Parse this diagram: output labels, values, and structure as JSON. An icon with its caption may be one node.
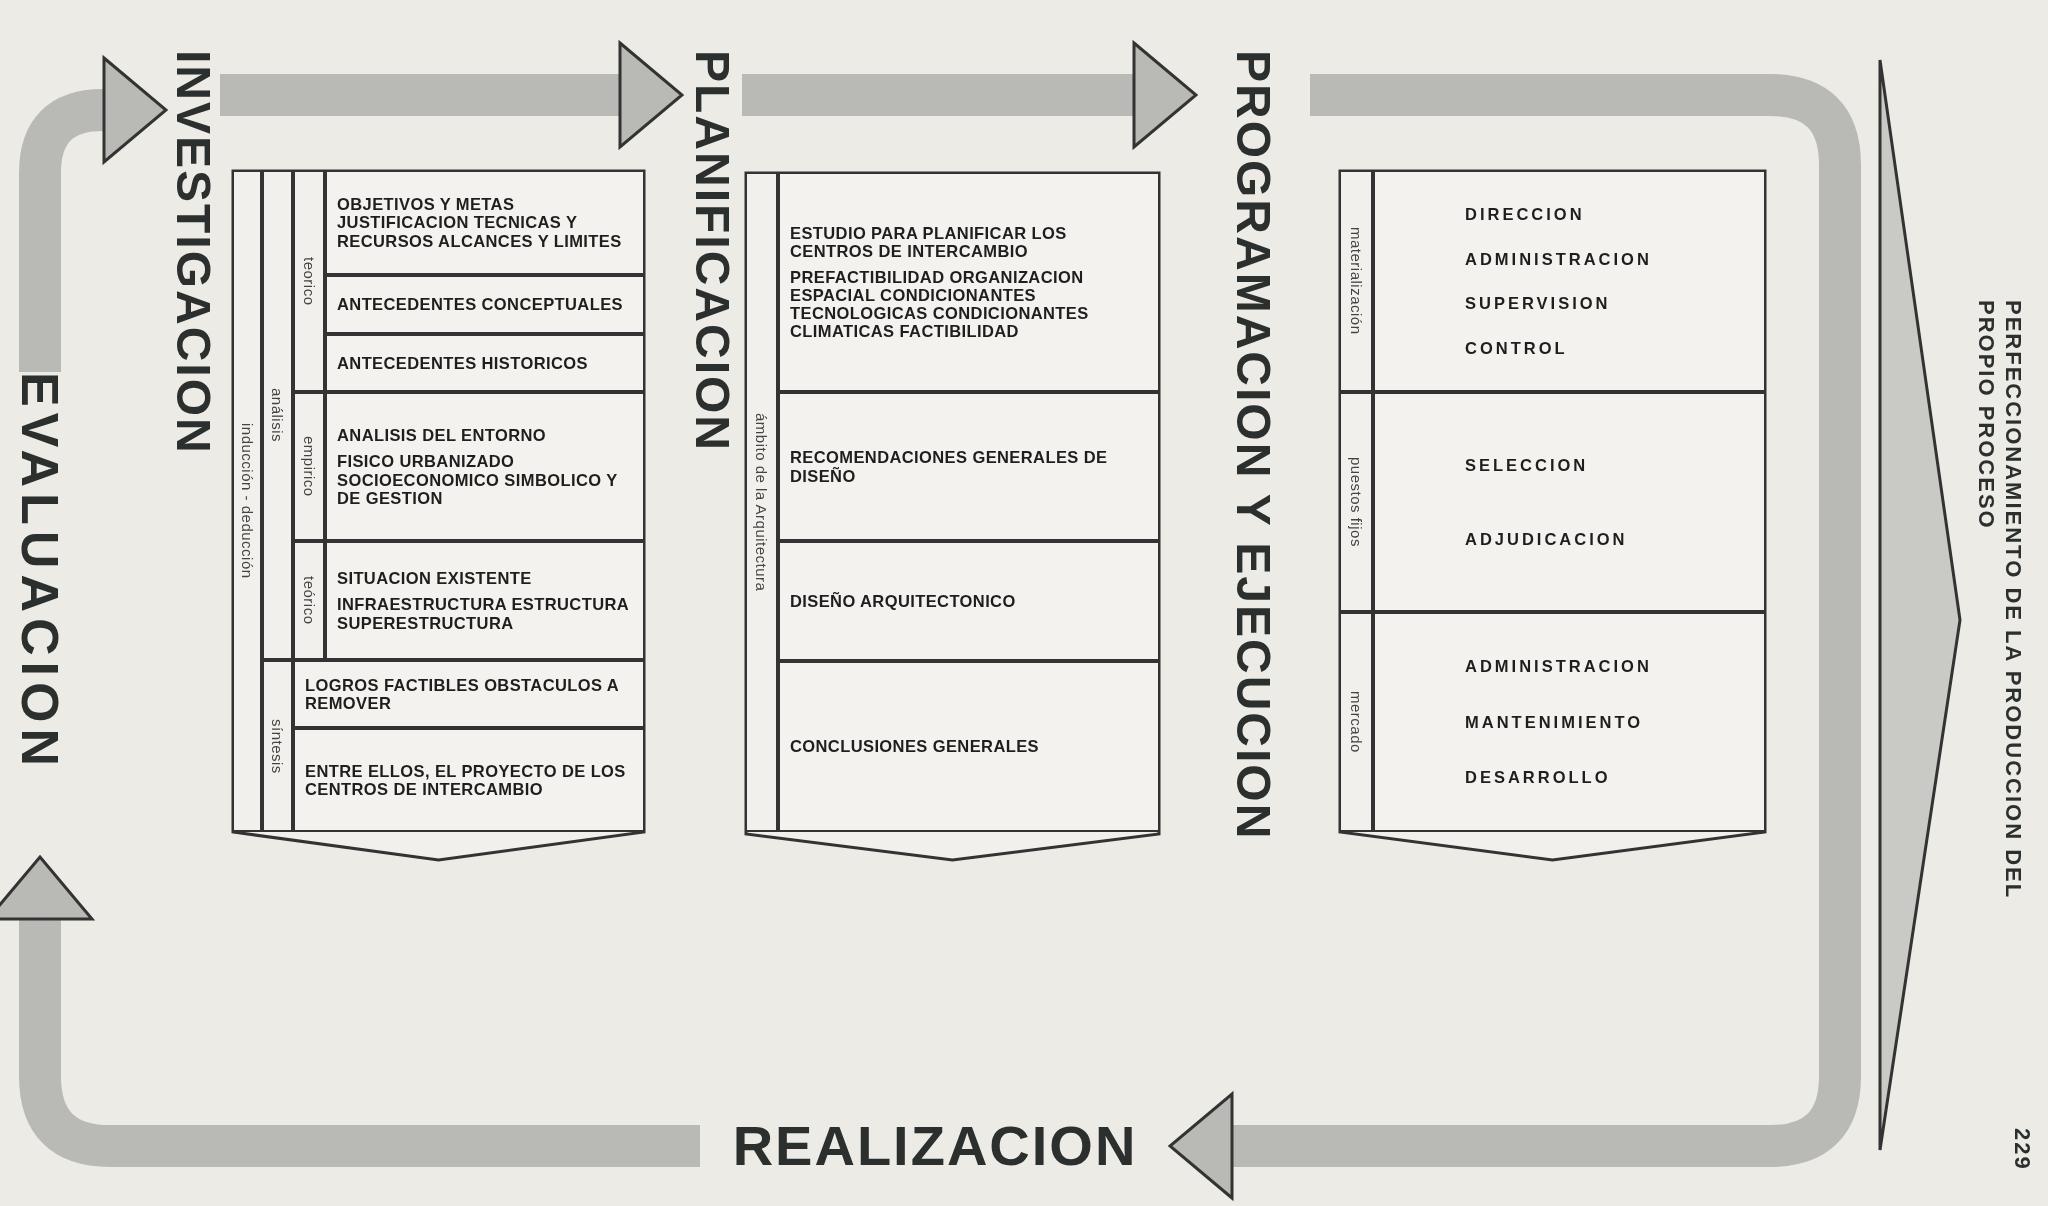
{
  "diagram": {
    "nodes": [
      {
        "text": [
          "INVESTIGACION"
        ]
      },
      {
        "text": [],
        "shape": "box"
      },
      {
        "text": [
          "inducción - deducción"
        ],
        "in": 1
      },
      {
        "text": [
          "análisis"
        ],
        "in": 1
      },
      {
        "text": [
          "teorico"
        ],
        "in": 1
      },
      {
        "text": [
          "OBJETIVOS Y METAS JUSTIFICACION TECNICAS Y RECURSOS ALCANCES Y LIMITES"
        ],
        "in": 1
      },
      {
        "text": [
          "ANTECEDENTES CONCEPTUALES"
        ],
        "in": 1
      },
      {
        "text": [
          "ANTECEDENTES HISTORICOS"
        ],
        "in": 1
      },
      {
        "text": [
          "empirico"
        ],
        "in": 1
      },
      {
        "text": [
          "ANALISIS DEL ENTORNO",
          "FISICO URBANIZADO SOCIOECONOMICO SIMBOLICO Y DE GESTION"
        ],
        "in": 1
      },
      {
        "text": [
          "teórico"
        ],
        "in": 1
      },
      {
        "text": [
          "SITUACION EXISTENTE",
          "INFRAESTRUCTURA ESTRUCTURA SUPERESTRUCTURA"
        ],
        "in": 1
      },
      {
        "text": [
          "síntesis"
        ],
        "in": 1
      },
      {
        "text": [
          "LOGROS FACTIBLES OBSTACULOS A REMOVER"
        ],
        "in": 1
      },
      {
        "text": [
          "ENTRE ELLOS, EL PROYECTO DE LOS CENTROS DE INTERCAMBIO"
        ],
        "in": 1
      },
      {
        "text": [
          "PLANIFICACION"
        ]
      },
      {
        "text": [],
        "shape": "box"
      },
      {
        "text": [
          "ámbito de la Arquitectura"
        ],
        "in": 16
      },
      {
        "text": [
          "ESTUDIO PARA PLANIFICAR LOS CENTROS DE INTERCAMBIO",
          "PREFACTIBILIDAD ORGANIZACION ESPACIAL CONDICIONANTES TECNOLOGICAS CONDICIONANTES CLIMATICAS FACTIBILIDAD"
        ],
        "in": 16
      },
      {
        "text": [
          "RECOMENDACIONES GENERALES DE DISEÑO"
        ],
        "in": 16
      },
      {
        "text": [
          "DISEÑO ARQUITECTONICO"
        ],
        "in": 16
      },
      {
        "text": [
          "CONCLUSIONES GENERALES"
        ],
        "in": 16
      },
      {
        "text": [
          "PROGRAMACION Y EJECUCION"
        ]
      },
      {
        "text": [],
        "shape": "box"
      },
      {
        "text": [
          "materialización"
        ],
        "in": 23
      },
      {
        "text": [
          "DIRECCION",
          "ADMINISTRACION",
          "SUPERVISION",
          "CONTROL"
        ],
        "in": 23
      },
      {
        "text": [
          "puestos fijos"
        ],
        "in": 23
      },
      {
        "text": [
          "SELECCION",
          "ADJUDICACION"
        ],
        "in": 23
      },
      {
        "text": [
          "mercado"
        ],
        "in": 23
      },
      {
        "text": [
          "ADMINISTRACION",
          "MANTENIMIENTO",
          "DESARROLLO"
        ],
        "in": 23
      },
      {
        "text": [
          "REALIZACION"
        ]
      },
      {
        "text": [
          "EVALUACION"
        ]
      }
    ],
    "edges": [
      {
        "from": 31,
        "to": 0,
        "arrow": "to"
      },
      {
        "from": 0,
        "to": 15,
        "arrow": "to"
      },
      {
        "from": 15,
        "to": 22,
        "arrow": "to"
      },
      {
        "from": 22,
        "to": 30,
        "arrow": "to"
      },
      {
        "from": 30,
        "to": 31,
        "arrow": "to"
      }
    ],
    "labels": [
      "PERFECCIONAMIENTO DE LA PRODUCCION DEL PROPIO PROCESO",
      "229"
    ]
  }
}
